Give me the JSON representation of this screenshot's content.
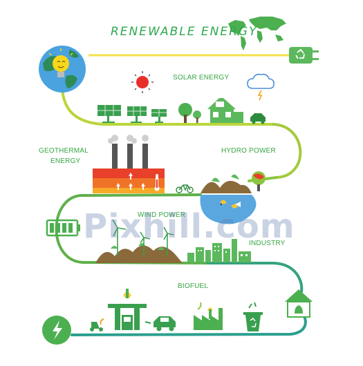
{
  "title": "RENEWABLE ENERGY",
  "labels": {
    "solar": "SOLAR ENERGY",
    "geothermal_line1": "GEOTHERMAL",
    "geothermal_line2": "ENERGY",
    "hydro": "HYDRO POWER",
    "wind": "WIND POWER",
    "industry": "INDUSTRY",
    "biofuel": "BIOFUEL"
  },
  "watermark": "Pixhill.com",
  "colors": {
    "green": "#5cb85c",
    "dark_green": "#2e8b3d",
    "yellow_green": "#b4d334",
    "teal": "#2e9c8c",
    "title_green": "#2fa84f",
    "sun_red": "#e8302a",
    "water_blue": "#5aa7e0",
    "brown": "#8a6a3a",
    "factory_red": "#e8402a",
    "factory_orange": "#f7941d"
  },
  "icons": [
    "world-map-icon",
    "recycle-plug-icon",
    "globe-bulb-icon",
    "sun-icon",
    "cloud-lightning-icon",
    "solar-panel-icon",
    "tree-icon",
    "house-icon",
    "car-icon",
    "factory-icon",
    "thermometer-icon",
    "bicycle-icon",
    "hydro-globe-icon",
    "battery-icon",
    "wind-turbine-icon",
    "city-icon",
    "fuel-station-icon",
    "scooter-icon",
    "bio-factory-icon",
    "recycle-bin-icon",
    "eco-house-icon",
    "lightning-circle-icon"
  ]
}
